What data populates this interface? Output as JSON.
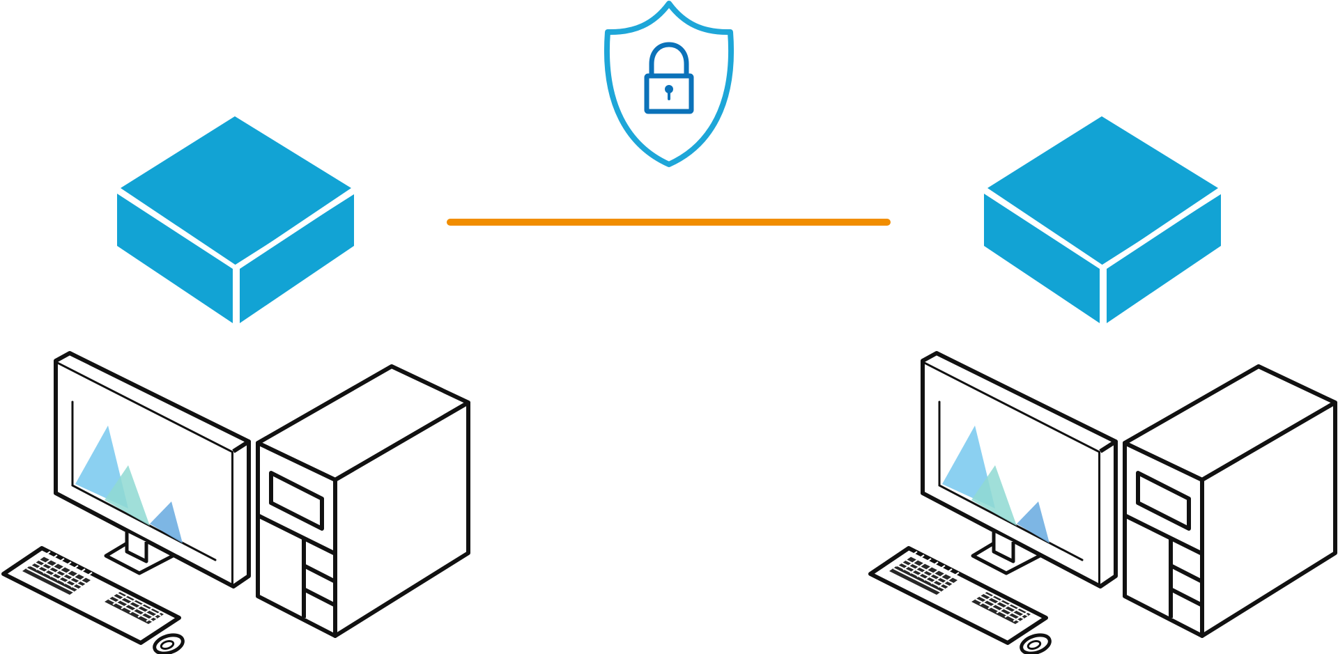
{
  "colors": {
    "box_fill": "#12a3d4",
    "box_edge": "#ffffff",
    "shield_outline": "#1ea6d8",
    "lock_outline": "#0b72b9",
    "connection_line": "#f18d00",
    "computer_outline": "#111111",
    "screen_chart_light_blue": "#7ecbef",
    "screen_chart_teal": "#8fd9d2",
    "screen_chart_blue": "#6faee1",
    "background": "#ffffff"
  },
  "nodes": [
    {
      "id": "left",
      "box_icon": "isometric-box-icon",
      "computer_icon": "desktop-computer-icon"
    },
    {
      "id": "right",
      "box_icon": "isometric-box-icon",
      "computer_icon": "desktop-computer-icon"
    }
  ],
  "connection": {
    "type": "secure-link",
    "icon": "shield-lock-icon"
  }
}
